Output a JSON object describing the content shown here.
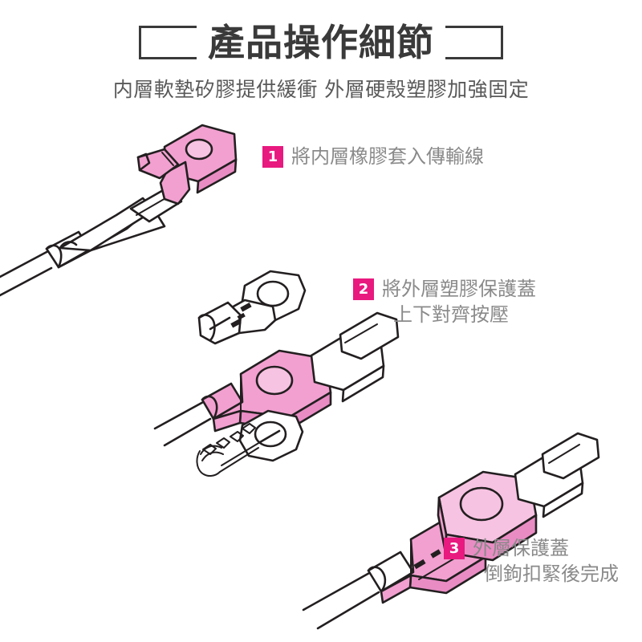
{
  "header": {
    "title": "產品操作細節",
    "subtitle": "内層軟墊矽膠提供緩衝 外層硬殼塑膠加強固定",
    "bracket_left_icon": "open-bracket-left-icon",
    "bracket_right_icon": "open-bracket-right-icon",
    "title_color": "#3a3a3a",
    "subtitle_color": "#595959"
  },
  "theme": {
    "background": "#ffffff",
    "badge_color": "#e8197f",
    "badge_text_color": "#ffffff",
    "step_text_color": "#8a8a8a",
    "silicone_pink": "#f2a0d0",
    "silicone_pink_light": "#f7c3e2",
    "silicone_pink_dark": "#e98cc4",
    "outline_color": "#231f20",
    "shell_white": "#ffffff"
  },
  "steps": [
    {
      "number": "1",
      "lines": [
        "將内層橡膠套入傳輸線"
      ],
      "illustration": "cable-with-pink-silicone-sleeve"
    },
    {
      "number": "2",
      "lines": [
        "將外層塑膠保護蓋",
        "上下對齊按壓"
      ],
      "illustration": "cable-with-sleeve-and-two-shell-halves"
    },
    {
      "number": "3",
      "lines": [
        "外層保護蓋",
        "倒鉤扣緊後完成"
      ],
      "illustration": "assembled-cable-protector"
    }
  ]
}
